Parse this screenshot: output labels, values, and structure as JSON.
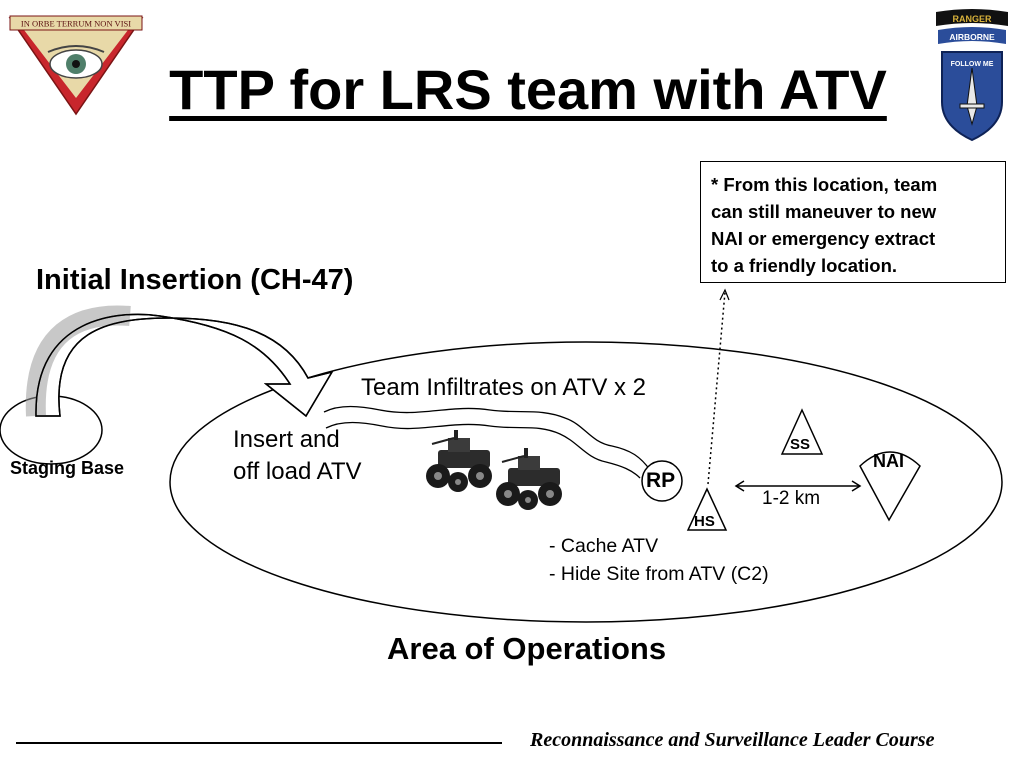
{
  "header": {
    "title": "TTP for LRS team with ATV",
    "left_logo_text": "IN ORBE TERRUM NON VISI",
    "right_tab_top": "RANGER",
    "right_tab_bottom": "AIRBORNE",
    "right_patch_text": "FOLLOW ME"
  },
  "note": {
    "lines": [
      "* From this location, team",
      "can still maneuver to new",
      "NAI or emergency extract",
      "to a friendly location."
    ]
  },
  "diagram": {
    "insertion_label": "Initial Insertion (CH-47)",
    "staging_base": "Staging Base",
    "infiltrate_label": "Team Infiltrates on ATV x 2",
    "insert_lines": [
      "Insert and",
      "off load ATV"
    ],
    "rp": "RP",
    "ss": "SS",
    "nai": "NAI",
    "hs": "HS",
    "distance": "1-2 km",
    "cache_lines": [
      "- Cache ATV",
      "- Hide Site from ATV (C2)"
    ],
    "area_label": "Area of Operations"
  },
  "footer": {
    "course": "Reconnaissance and Surveillance Leader Course"
  },
  "colors": {
    "logo_red": "#c8262c",
    "logo_tan": "#e8d9a8",
    "ranger_black": "#111111",
    "ranger_gold": "#d9b23a",
    "patch_blue": "#2b4d9a"
  }
}
